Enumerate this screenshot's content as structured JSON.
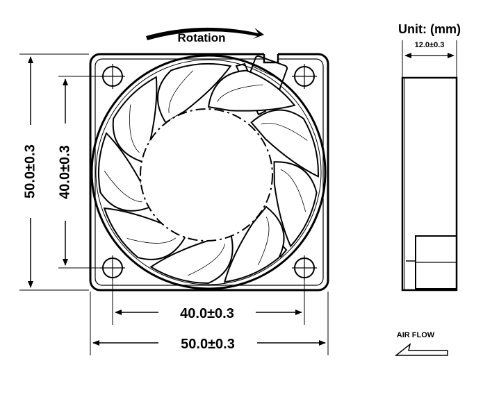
{
  "labels": {
    "rotation": "Rotation",
    "unit": "Unit: (mm)",
    "thickness": "12.0±0.3",
    "height_outer": "50.0±0.3",
    "height_holes": "40.0±0.3",
    "width_holes": "40.0±0.3",
    "width_outer": "50.0±0.3",
    "air_flow": "AIR FLOW"
  },
  "colors": {
    "ink": "#000000",
    "paper": "#ffffff"
  }
}
